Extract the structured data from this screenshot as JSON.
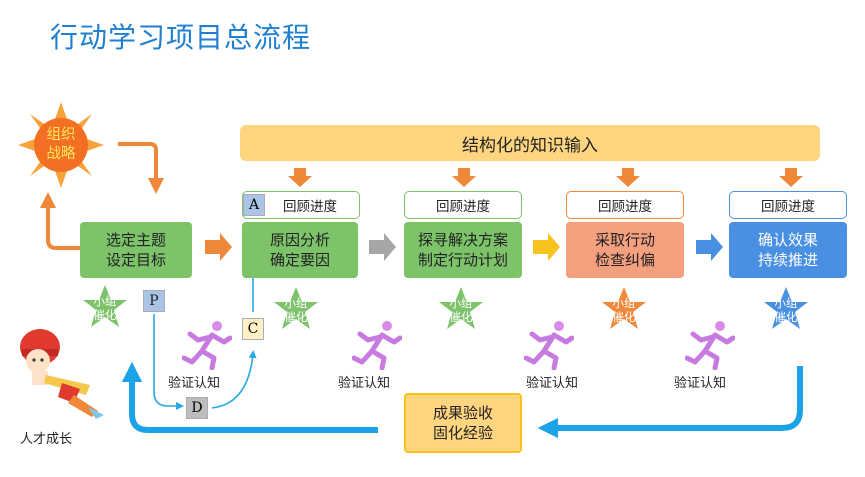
{
  "title": "行动学习项目总流程",
  "banner": "结构化的知识输入",
  "org_strategy": [
    "组织",
    "战略"
  ],
  "steps": [
    {
      "lines": [
        "选定主题",
        "设定目标"
      ],
      "color": "#7cc36a"
    },
    {
      "lines": [
        "原因分析",
        "确定要因"
      ],
      "color": "#7cc36a"
    },
    {
      "lines": [
        "探寻解决方案",
        "制定行动计划"
      ],
      "color": "#7cc36a"
    },
    {
      "lines": [
        "采取行动",
        "检查纠偏"
      ],
      "color": "#f4a07f"
    },
    {
      "lines": [
        "确认效果",
        "持续推进"
      ],
      "color": "#4a90e2"
    }
  ],
  "review_label": "回顾进度",
  "facilitation": [
    "小组",
    "催化"
  ],
  "verify_label": "验证认知",
  "pdca": {
    "p": "P",
    "d": "D",
    "c": "C",
    "a": "A"
  },
  "result_box": [
    "成果验收",
    "固化经验"
  ],
  "talent_growth": "人才成长"
}
